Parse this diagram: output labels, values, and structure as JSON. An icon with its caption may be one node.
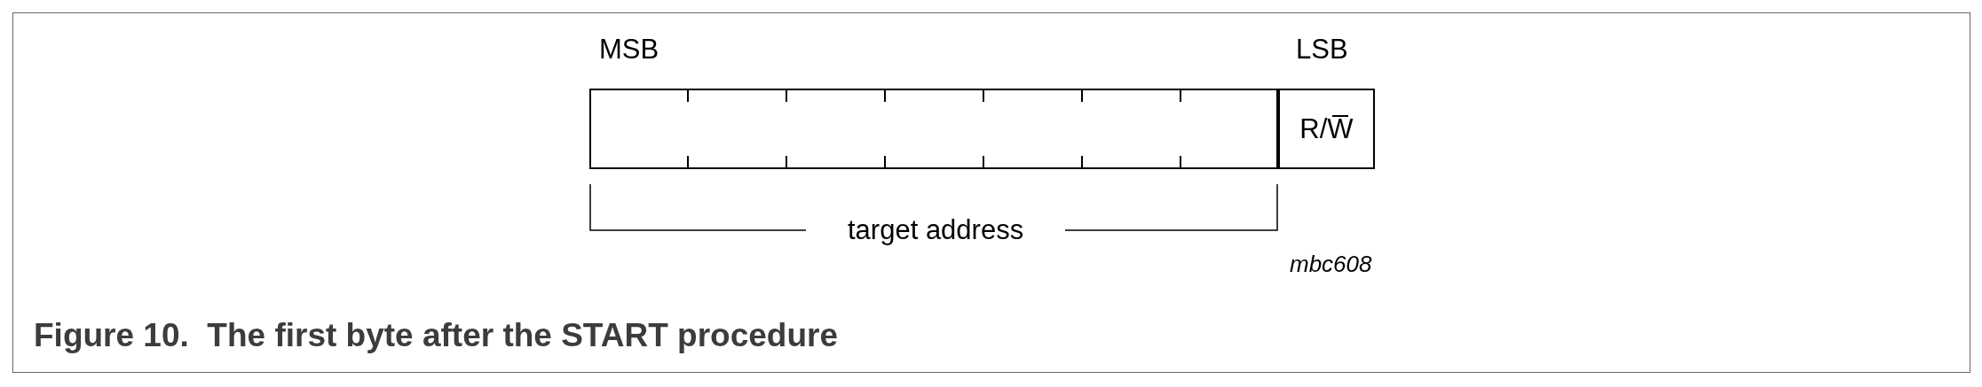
{
  "diagram": {
    "caption": "Figure 10.  The first byte after the START procedure",
    "nodes": [
      {
        "text": [],
        "shape": "box"
      },
      {
        "text": [
          "R/W̅"
        ]
      }
    ],
    "labels": [
      "MSB",
      "LSB",
      "target address",
      "mbc608"
    ]
  }
}
